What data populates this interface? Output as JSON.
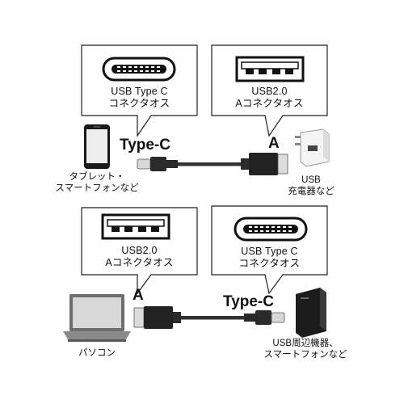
{
  "top": {
    "bubble_left": {
      "lines": [
        "USB Type C",
        "コネクタオス"
      ]
    },
    "bubble_right": {
      "lines": [
        "USB2.0",
        "Aコネクタオス"
      ]
    },
    "plug_left": "Type-C",
    "plug_right": "A",
    "device_left": {
      "lines": [
        "タブレット・",
        "スマートフォンなど"
      ],
      "icon": "smartphone-icon"
    },
    "device_right": {
      "lines": [
        "USB",
        "充電器など"
      ],
      "icon": "usb-charger-icon"
    }
  },
  "bottom": {
    "bubble_left": {
      "lines": [
        "USB2.0",
        "Aコネクタオス"
      ]
    },
    "bubble_right": {
      "lines": [
        "USB Type C",
        "コネクタオス"
      ]
    },
    "plug_left": "A",
    "plug_right": "Type-C",
    "device_left": {
      "lines": [
        "パソコン"
      ],
      "icon": "laptop-icon"
    },
    "device_right": {
      "lines": [
        "USB周辺機器、",
        "スマートフォンなど"
      ],
      "icon": "usb-peripheral-icon"
    }
  }
}
